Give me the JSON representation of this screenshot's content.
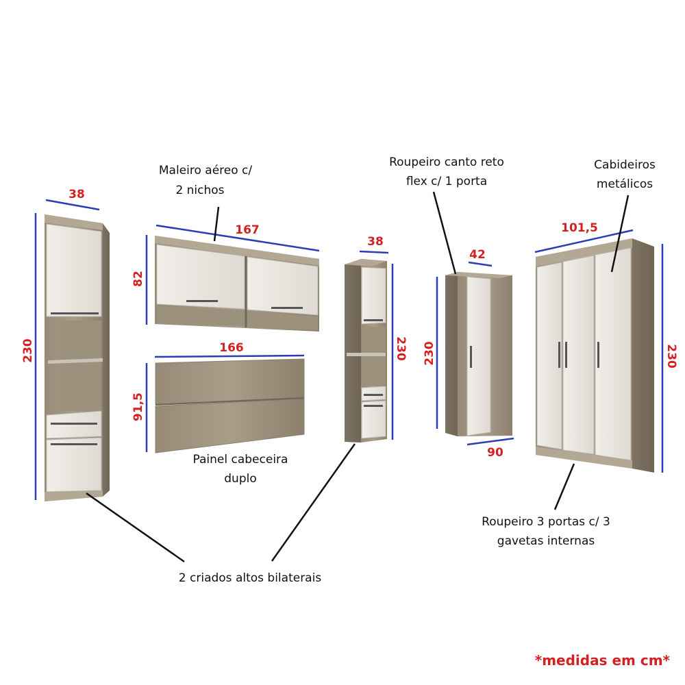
{
  "labels": {
    "maleiro_line1": "Maleiro aéreo c/",
    "maleiro_line2": "2 nichos",
    "painel_line1": "Painel cabeceira",
    "painel_line2": "duplo",
    "roupeiro_canto_line1": "Roupeiro canto reto",
    "roupeiro_canto_line2": "flex c/ 1 porta",
    "cabideiros_line1": "Cabideiros",
    "cabideiros_line2": "metálicos",
    "roupeiro3_line1": "Roupeiro 3 portas c/ 3",
    "roupeiro3_line2": "gavetas internas",
    "criados": "2 criados altos bilaterais"
  },
  "dimensions": {
    "criado_left_width": "38",
    "criado_left_height": "230",
    "maleiro_width": "167",
    "maleiro_height": "82",
    "painel_width": "166",
    "painel_height": "91,5",
    "criado_right_width": "38",
    "criado_right_height": "230",
    "canto_width": "42",
    "canto_height": "230",
    "canto_depth": "90",
    "roupeiro3_width": "101,5",
    "roupeiro3_height": "230"
  },
  "note": "*medidas em cm*",
  "colors": {
    "wood": "#8a7f6e",
    "wood_light": "#a59a86",
    "white_panel": "#eeebe6",
    "dimension_line": "#2b3db5",
    "dimension_text": "#d42020"
  }
}
